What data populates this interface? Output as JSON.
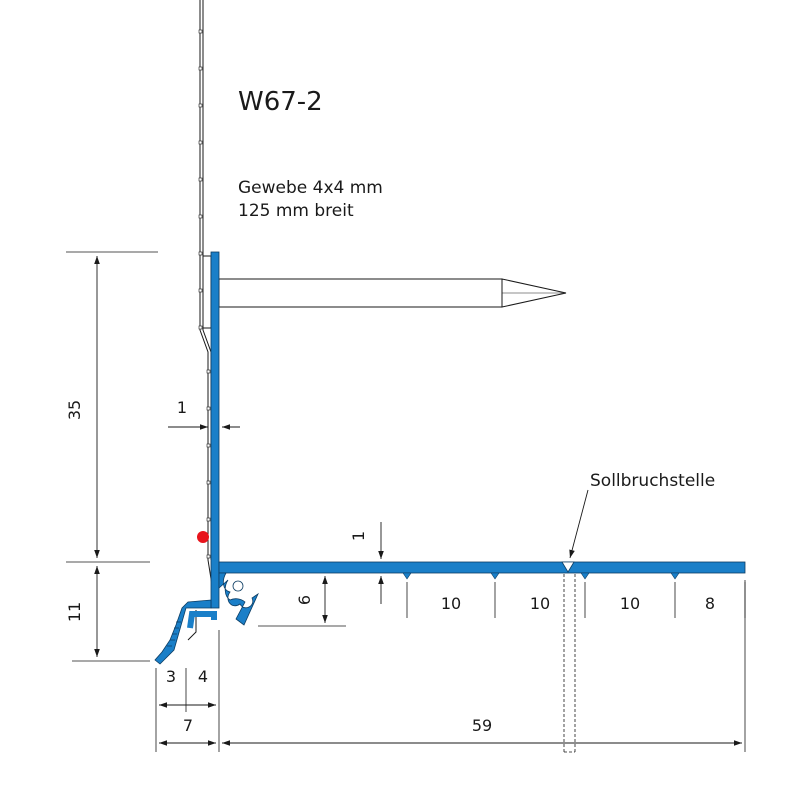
{
  "title": "W67-2",
  "mesh_note": {
    "line1": "Gewebe 4x4 mm",
    "line2": "125 mm breit"
  },
  "callout": "Sollbruchstelle",
  "dimensions": {
    "height_upper": "35",
    "height_lower": "11",
    "wall_thickness": "1",
    "flange_thickness": "1",
    "groove_height": "6",
    "spacing_1": "10",
    "spacing_2": "10",
    "spacing_3": "10",
    "spacing_4": "8",
    "nose_3": "3",
    "nose_4": "4",
    "nose_total": "7",
    "flange_total": "59"
  },
  "colors": {
    "profile": "#1a7fc8",
    "marker": "#e8141c",
    "line": "#1a1a1a"
  }
}
